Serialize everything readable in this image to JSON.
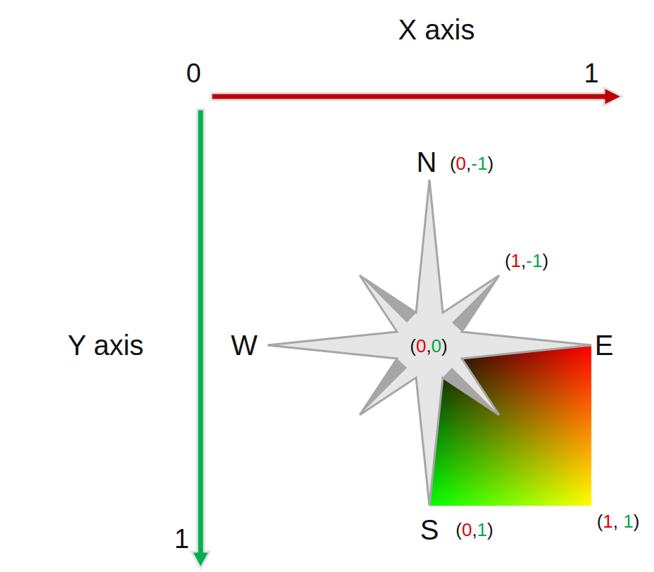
{
  "diagram": {
    "labels": [
      "X axis",
      "0",
      "1",
      "N",
      "(0,-1)",
      "(1,-1)",
      "Y axis",
      "W",
      "(0,0)",
      "E",
      "S",
      "(0,1)",
      "(1, 1)",
      "1"
    ]
  }
}
